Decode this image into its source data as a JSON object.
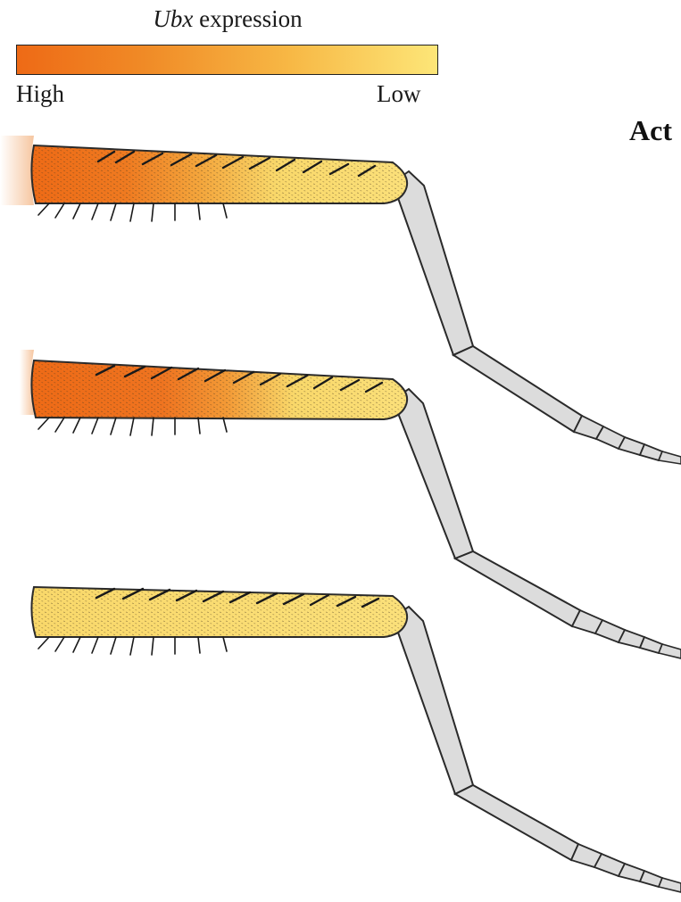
{
  "legend": {
    "title_italic": "Ubx",
    "title_rest": " expression",
    "high_label": "High",
    "low_label": "Low",
    "gradient": [
      "#ee6a16",
      "#f08a26",
      "#f7b845",
      "#fde678"
    ]
  },
  "side_label": "Act",
  "colors": {
    "femur_low": "#f9d86a",
    "femur_high": "#ee6a16",
    "lower_leg": "#dcdcdc",
    "outline": "#2a2a2a"
  },
  "legs": [
    {
      "name": "leg-top",
      "ubx_high_fraction": 0.45
    },
    {
      "name": "leg-middle",
      "ubx_high_fraction": 0.55
    },
    {
      "name": "leg-bottom",
      "ubx_high_fraction": 0.0
    }
  ]
}
